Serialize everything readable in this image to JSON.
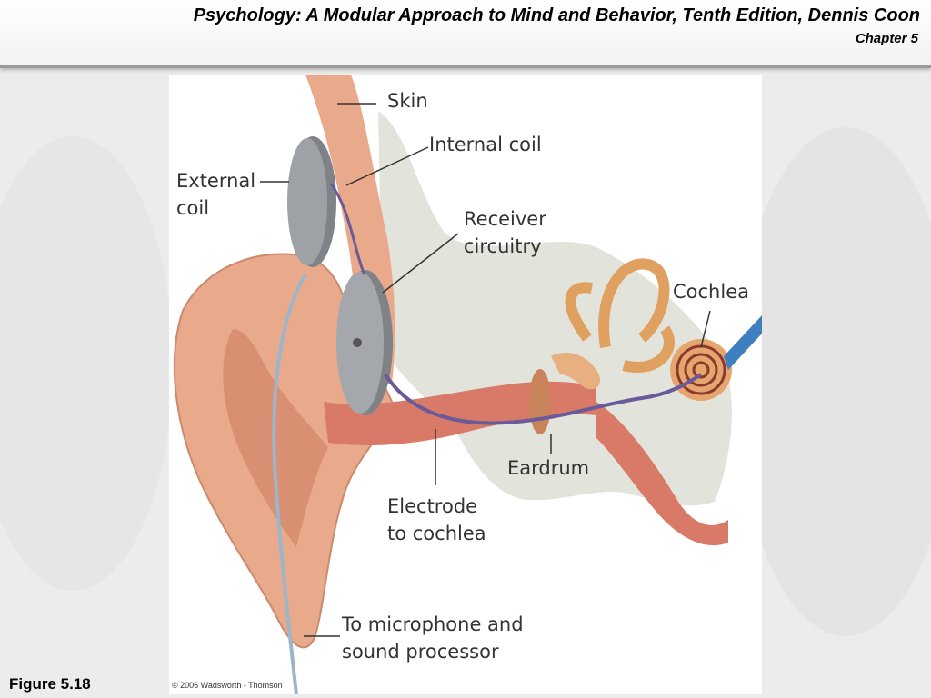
{
  "header": {
    "title": "Psychology: A Modular Approach to Mind and Behavior, Tenth Edition, Dennis Coon",
    "chapter": "Chapter 5"
  },
  "figure": {
    "caption": "Figure 5.18",
    "copyright": "© 2006 Wadsworth - Thomson"
  },
  "diagram": {
    "labels": {
      "skin": "Skin",
      "internal_coil": "Internal coil",
      "external_coil": "External\ncoil",
      "receiver": "Receiver\ncircuitry",
      "cochlea": "Cochlea",
      "eardrum": "Eardrum",
      "electrode": "Electrode\nto cochlea",
      "microphone": "To microphone and\nsound processor"
    }
  },
  "colors": {
    "skin": "#e9a98b",
    "canal": "#d97a68",
    "bone": "#e2e4dc",
    "coil_metal": "#9ea2a6",
    "wire": "#6a5a9a",
    "nerve": "#3f7fbf"
  }
}
